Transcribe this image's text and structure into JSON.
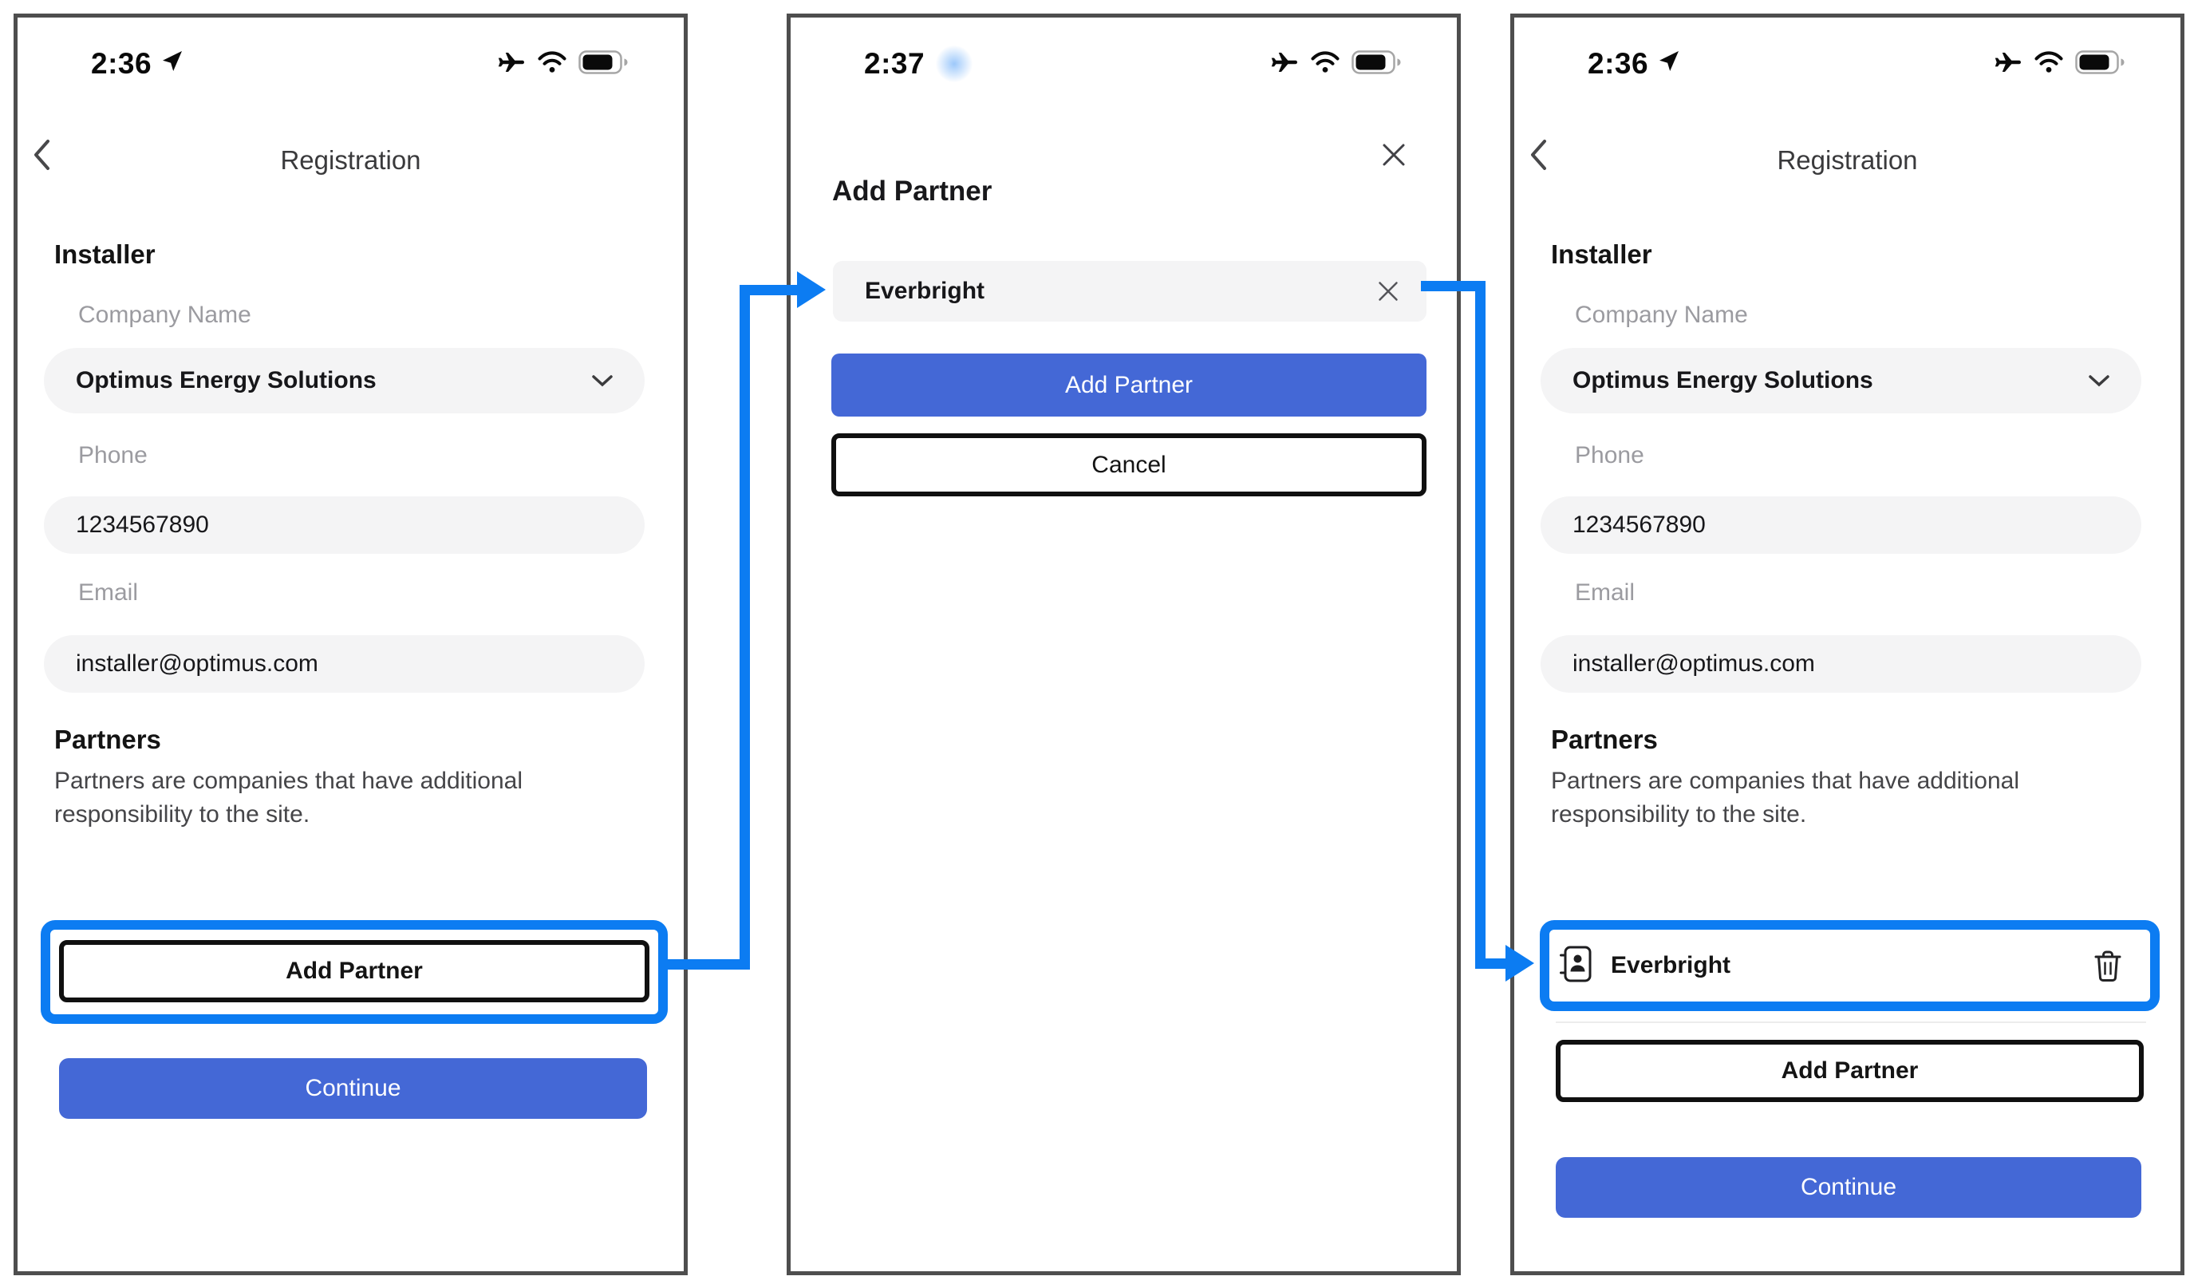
{
  "colors": {
    "arrow_and_highlight_blue": "#0c7cf2",
    "primary_button_blue": "#4468d6",
    "frame_border_gray": "#4e4e4e",
    "field_background": "#f4f4f5",
    "label_gray": "#9b9ba0",
    "heading_dark": "#141414",
    "description_gray": "#454548"
  },
  "screens": {
    "registration_before": {
      "status": {
        "time": "2:36",
        "icons": [
          "location-icon",
          "airplane-icon",
          "wifi-icon",
          "battery-icon"
        ]
      },
      "nav": {
        "back_icon": "chevron-left-icon",
        "title": "Registration"
      },
      "installer": {
        "heading": "Installer",
        "company": {
          "label": "Company Name",
          "value": "Optimus Energy Solutions",
          "control": "dropdown",
          "icon": "chevron-down-icon"
        },
        "phone": {
          "label": "Phone",
          "value": "1234567890"
        },
        "email": {
          "label": "Email",
          "value": "installer@optimus.com"
        }
      },
      "partners": {
        "heading": "Partners",
        "description": "Partners are companies that have additional responsibility to the site."
      },
      "add_partner_label": "Add Partner",
      "continue_label": "Continue"
    },
    "add_partner_modal": {
      "status": {
        "time": "2:37",
        "icons": [
          "airplane-icon",
          "wifi-icon",
          "battery-icon"
        ]
      },
      "close_icon": "close-x-icon",
      "title": "Add Partner",
      "partner_input": {
        "value": "Everbright",
        "clear_icon": "clear-x-icon"
      },
      "submit_label": "Add Partner",
      "cancel_label": "Cancel"
    },
    "registration_after": {
      "status": {
        "time": "2:36",
        "icons": [
          "location-icon",
          "airplane-icon",
          "wifi-icon",
          "battery-icon"
        ]
      },
      "nav": {
        "back_icon": "chevron-left-icon",
        "title": "Registration"
      },
      "installer": {
        "heading": "Installer",
        "company": {
          "label": "Company Name",
          "value": "Optimus Energy Solutions",
          "control": "dropdown",
          "icon": "chevron-down-icon"
        },
        "phone": {
          "label": "Phone",
          "value": "1234567890"
        },
        "email": {
          "label": "Email",
          "value": "installer@optimus.com"
        }
      },
      "partners": {
        "heading": "Partners",
        "description": "Partners are companies that have additional responsibility to the site."
      },
      "partner_row": {
        "name": "Everbright",
        "icon": "contact-card-icon",
        "delete_icon": "trash-icon"
      },
      "add_partner_label": "Add Partner",
      "continue_label": "Continue"
    }
  }
}
